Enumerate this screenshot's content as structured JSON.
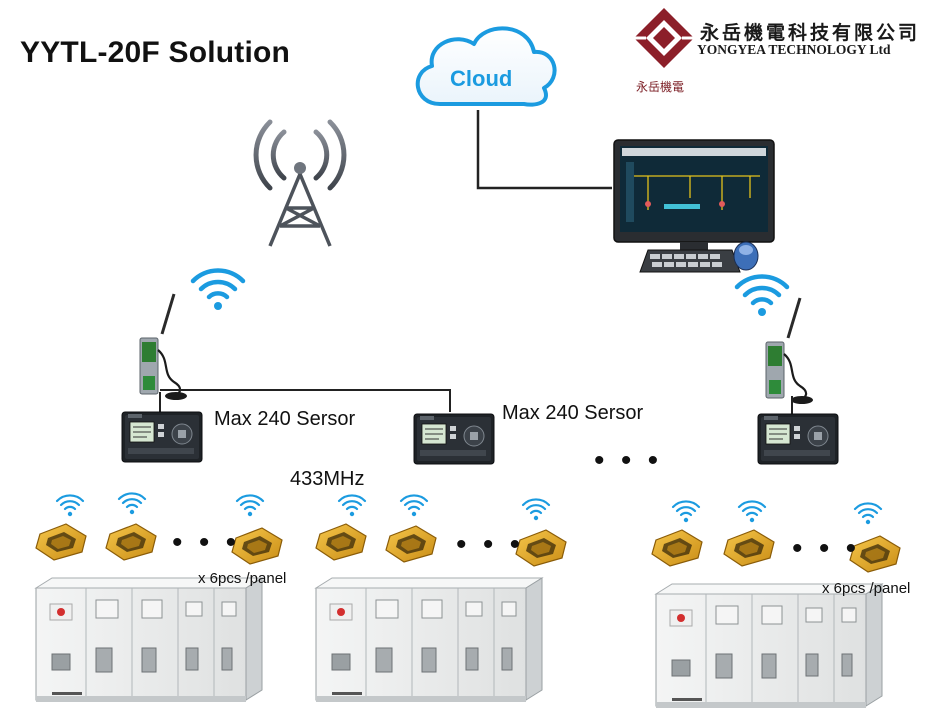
{
  "header": {
    "title": "YYTL-20F Solution",
    "company_cn": "永岳機電科技有限公司",
    "company_en": "YONGYEA TECHNOLOGY Ltd",
    "logo_text": "永岳機電",
    "brand_color": "#8c1f29"
  },
  "cloud": {
    "label": "Cloud",
    "color": "#1b9be0"
  },
  "labels": {
    "sensor_max_left": "Max 240 Sersor",
    "sensor_max_right": "Max 240 Sersor",
    "frequency": "433MHz",
    "per_panel_left": "x 6pcs /panel",
    "per_panel_right": "x 6pcs /panel",
    "ellipsis": "• • •"
  },
  "colors": {
    "wifi": "#1b9be0",
    "sensor": "#e0a020",
    "link": "#222222",
    "panel": "#e8eaea"
  }
}
